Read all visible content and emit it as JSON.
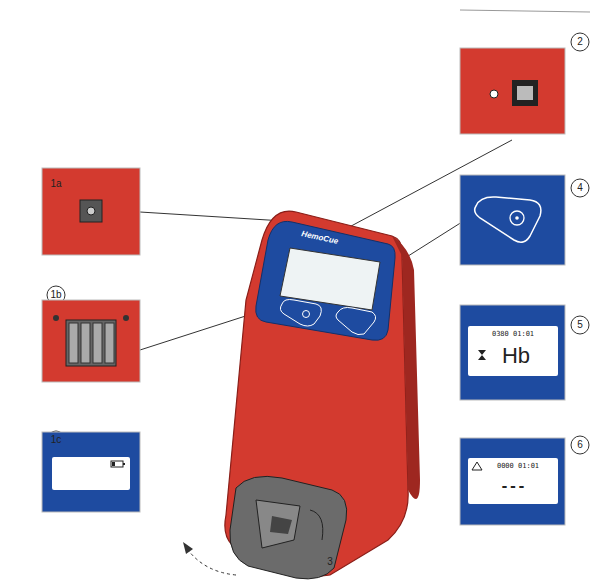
{
  "diagram": {
    "labels": [
      "1a",
      "1b",
      "1c",
      "2",
      "3",
      "4",
      "5",
      "6",
      "HemoCue",
      "0380 01:01",
      "Hb",
      "0000 01:01",
      "---"
    ]
  }
}
